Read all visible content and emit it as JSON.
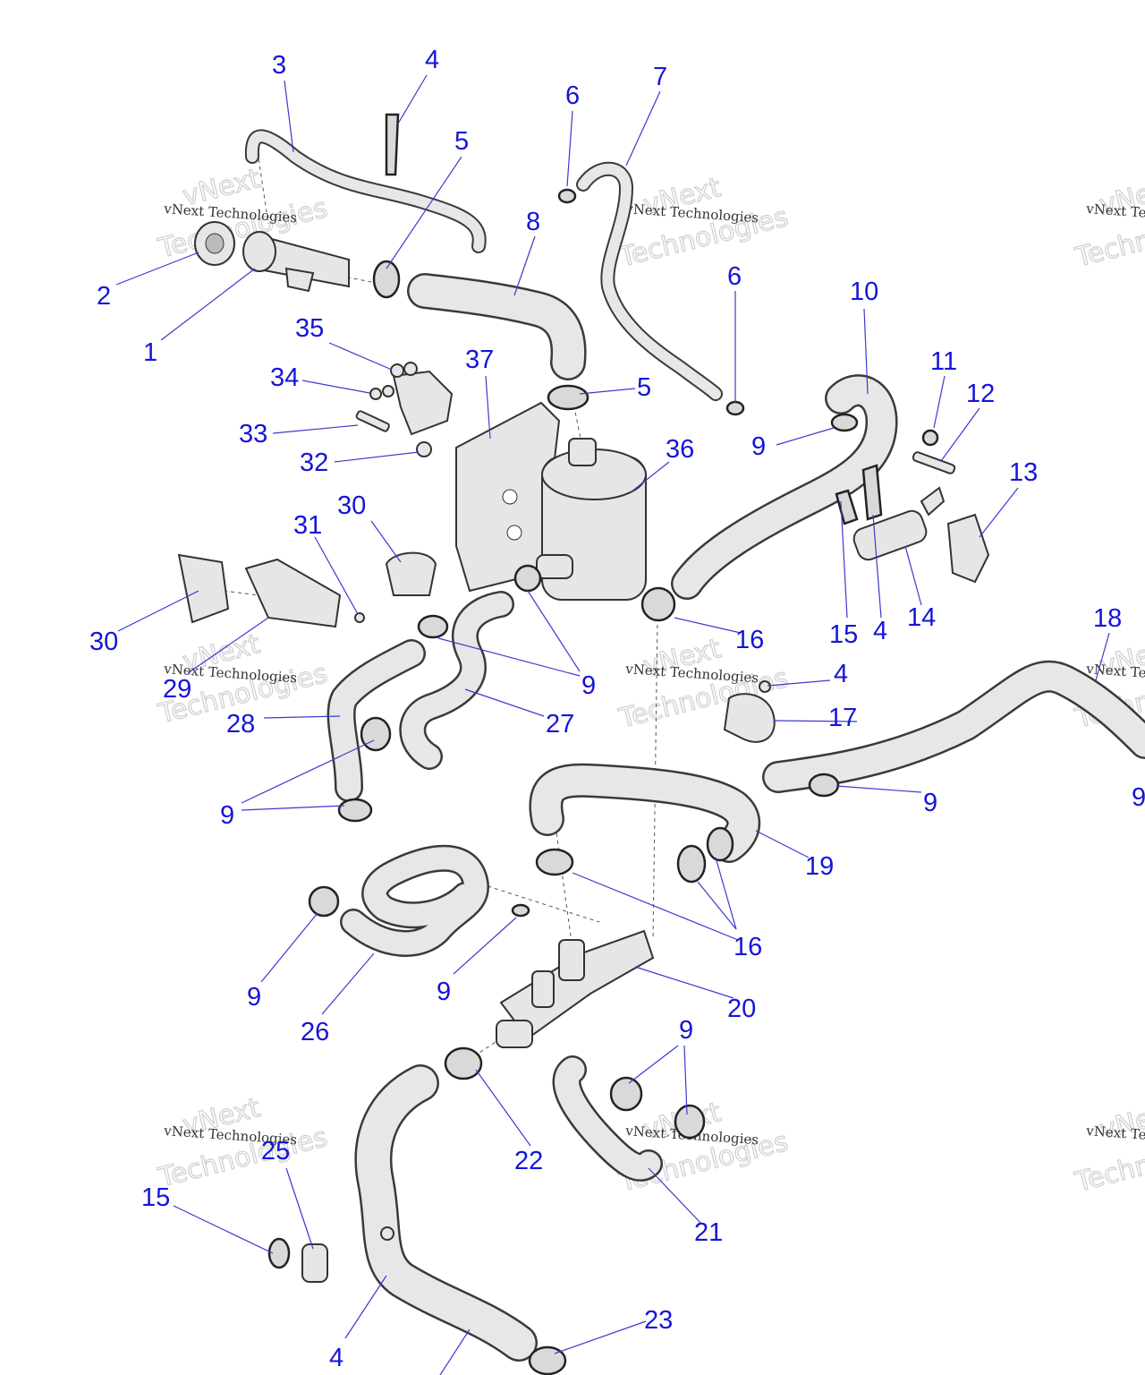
{
  "watermark": {
    "line1": "vNext",
    "line2": "vNext Technologies",
    "line3": "Technologies"
  },
  "callouts": [
    "1",
    "2",
    "3",
    "4",
    "5",
    "6",
    "7",
    "8",
    "9",
    "10",
    "11",
    "12",
    "13",
    "14",
    "15",
    "16",
    "17",
    "18",
    "19",
    "20",
    "21",
    "22",
    "23",
    "25",
    "26",
    "27",
    "28",
    "29",
    "30",
    "31",
    "32",
    "33",
    "34",
    "35",
    "36",
    "37"
  ],
  "colors": {
    "callout": "#1515d8",
    "leader": "#3a3ad0",
    "part_fill": "#e6e6e6",
    "part_stroke": "#333333"
  }
}
